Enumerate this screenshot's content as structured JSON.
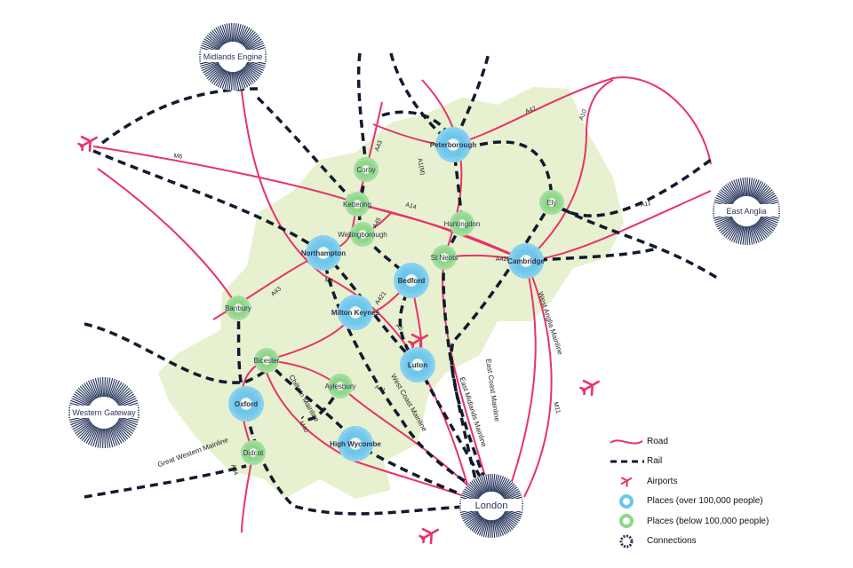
{
  "colors": {
    "road": "#e8336a",
    "rail": "#111a2e",
    "land": "#e7f1cf",
    "place_large": "#6ec6ea",
    "place_small": "#8fd68a",
    "connection": "#1e2d55",
    "airport": "#e8336a"
  },
  "connections": [
    {
      "name": "Midlands Engine"
    },
    {
      "name": "East Anglia"
    },
    {
      "name": "Western Gateway"
    },
    {
      "name": "London"
    }
  ],
  "places": [
    {
      "name": "Peterborough",
      "size": "over 100,000"
    },
    {
      "name": "Corby",
      "size": "below 100,000"
    },
    {
      "name": "Kettering",
      "size": "below 100,000"
    },
    {
      "name": "Wellingborough",
      "size": "below 100,000"
    },
    {
      "name": "Northampton",
      "size": "over 100,000"
    },
    {
      "name": "Huntingdon",
      "size": "below 100,000"
    },
    {
      "name": "St Neots",
      "size": "below 100,000"
    },
    {
      "name": "Bedford",
      "size": "over 100,000"
    },
    {
      "name": "Cambridge",
      "size": "over 100,000"
    },
    {
      "name": "Ely",
      "size": "below 100,000"
    },
    {
      "name": "Milton Keynes",
      "size": "over 100,000"
    },
    {
      "name": "Banbury",
      "size": "below 100,000"
    },
    {
      "name": "Bicester",
      "size": "below 100,000"
    },
    {
      "name": "Oxford",
      "size": "over 100,000"
    },
    {
      "name": "Aylesbury",
      "size": "below 100,000"
    },
    {
      "name": "Luton",
      "size": "over 100,000"
    },
    {
      "name": "High Wycombe",
      "size": "over 100,000"
    },
    {
      "name": "Didcot",
      "size": "below 100,000"
    }
  ],
  "road_labels": [
    "M6",
    "A43",
    "A1(M)",
    "A47",
    "A10",
    "A14",
    "A45",
    "A11",
    "A428",
    "M1",
    "A421",
    "A43",
    "A5",
    "A41",
    "M40",
    "A34",
    "M11"
  ],
  "rail_labels": [
    "Chiltern Mainline",
    "West Coast Mainline",
    "East Midlands Mainline",
    "East Coast Mainline",
    "West Anglia Mainline",
    "Great Western Mainline"
  ],
  "legend": [
    {
      "label": "Road",
      "icon": "road-line"
    },
    {
      "label": "Rail",
      "icon": "rail-dash"
    },
    {
      "label": "Airports",
      "icon": "airplane-icon"
    },
    {
      "label": "Places (over 100,000 people)",
      "icon": "place-large-icon"
    },
    {
      "label": "Places (below 100,000 people)",
      "icon": "place-small-icon"
    },
    {
      "label": "Connections",
      "icon": "connection-icon"
    }
  ]
}
